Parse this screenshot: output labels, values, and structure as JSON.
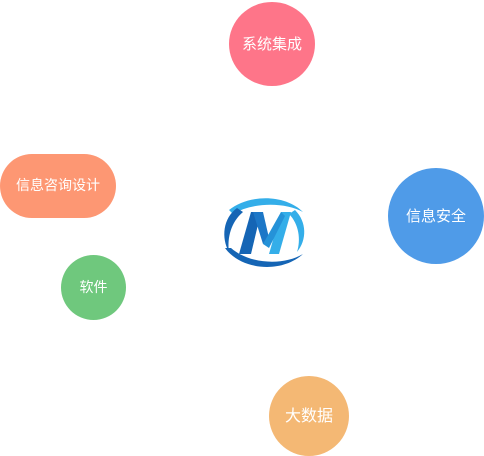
{
  "bubbles": {
    "system_integration": {
      "label": "系统集成",
      "color": "#fe7589"
    },
    "info_consulting": {
      "label": "信息咨询设计",
      "color": "#fd9773"
    },
    "info_security": {
      "label": "信息安全",
      "color": "#4f9be8"
    },
    "software": {
      "label": "软件",
      "color": "#6fc87d"
    },
    "big_data": {
      "label": "大数据",
      "color": "#f4b874"
    }
  },
  "logo": {
    "icon": "company-logo-icon",
    "colors": {
      "dark": "#1565b5",
      "light": "#34aee9"
    }
  }
}
